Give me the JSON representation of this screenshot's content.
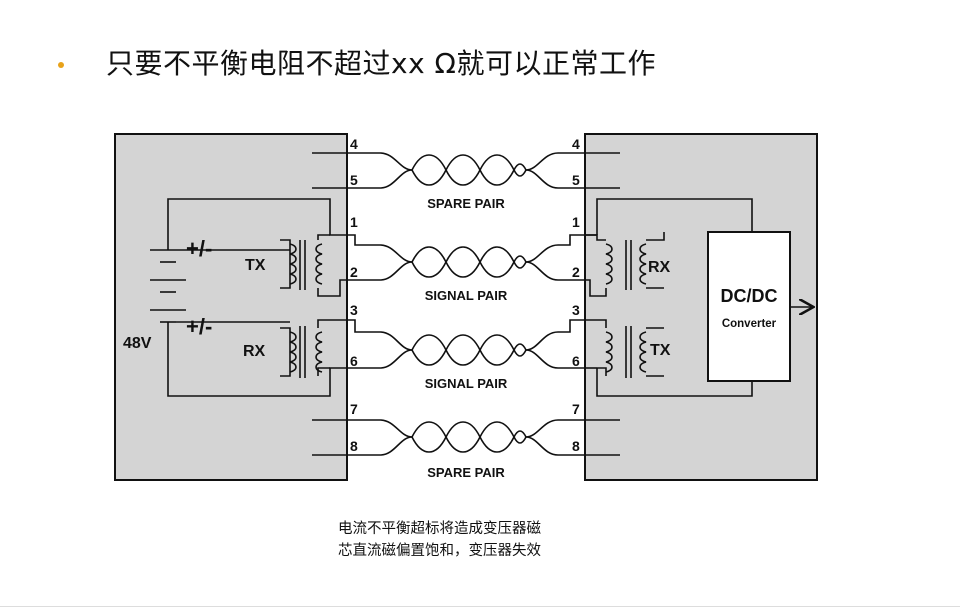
{
  "slide": {
    "bullet_color": "#e8a21a",
    "title": "只要不平衡电阻不超过xx Ω就可以正常工作",
    "caption_lines": [
      "电流不平衡超标将造成变压器磁",
      "芯直流磁偏置饱和，变压器失效"
    ]
  },
  "diagram": {
    "box_fill": "#d4d4d4",
    "left_box": {
      "voltage": "48V",
      "polarity_top": "+/-",
      "polarity_bottom": "+/-",
      "transformer_top": "TX",
      "transformer_bottom": "RX"
    },
    "right_box": {
      "transformer_top": "RX",
      "transformer_bottom": "TX",
      "converter_title": "DC/DC",
      "converter_sub": "Converter"
    },
    "pair_labels": [
      "SPARE PAIR",
      "SIGNAL PAIR",
      "SIGNAL PAIR",
      "SPARE PAIR"
    ],
    "pins": [
      "4",
      "5",
      "1",
      "2",
      "3",
      "6",
      "7",
      "8"
    ]
  }
}
